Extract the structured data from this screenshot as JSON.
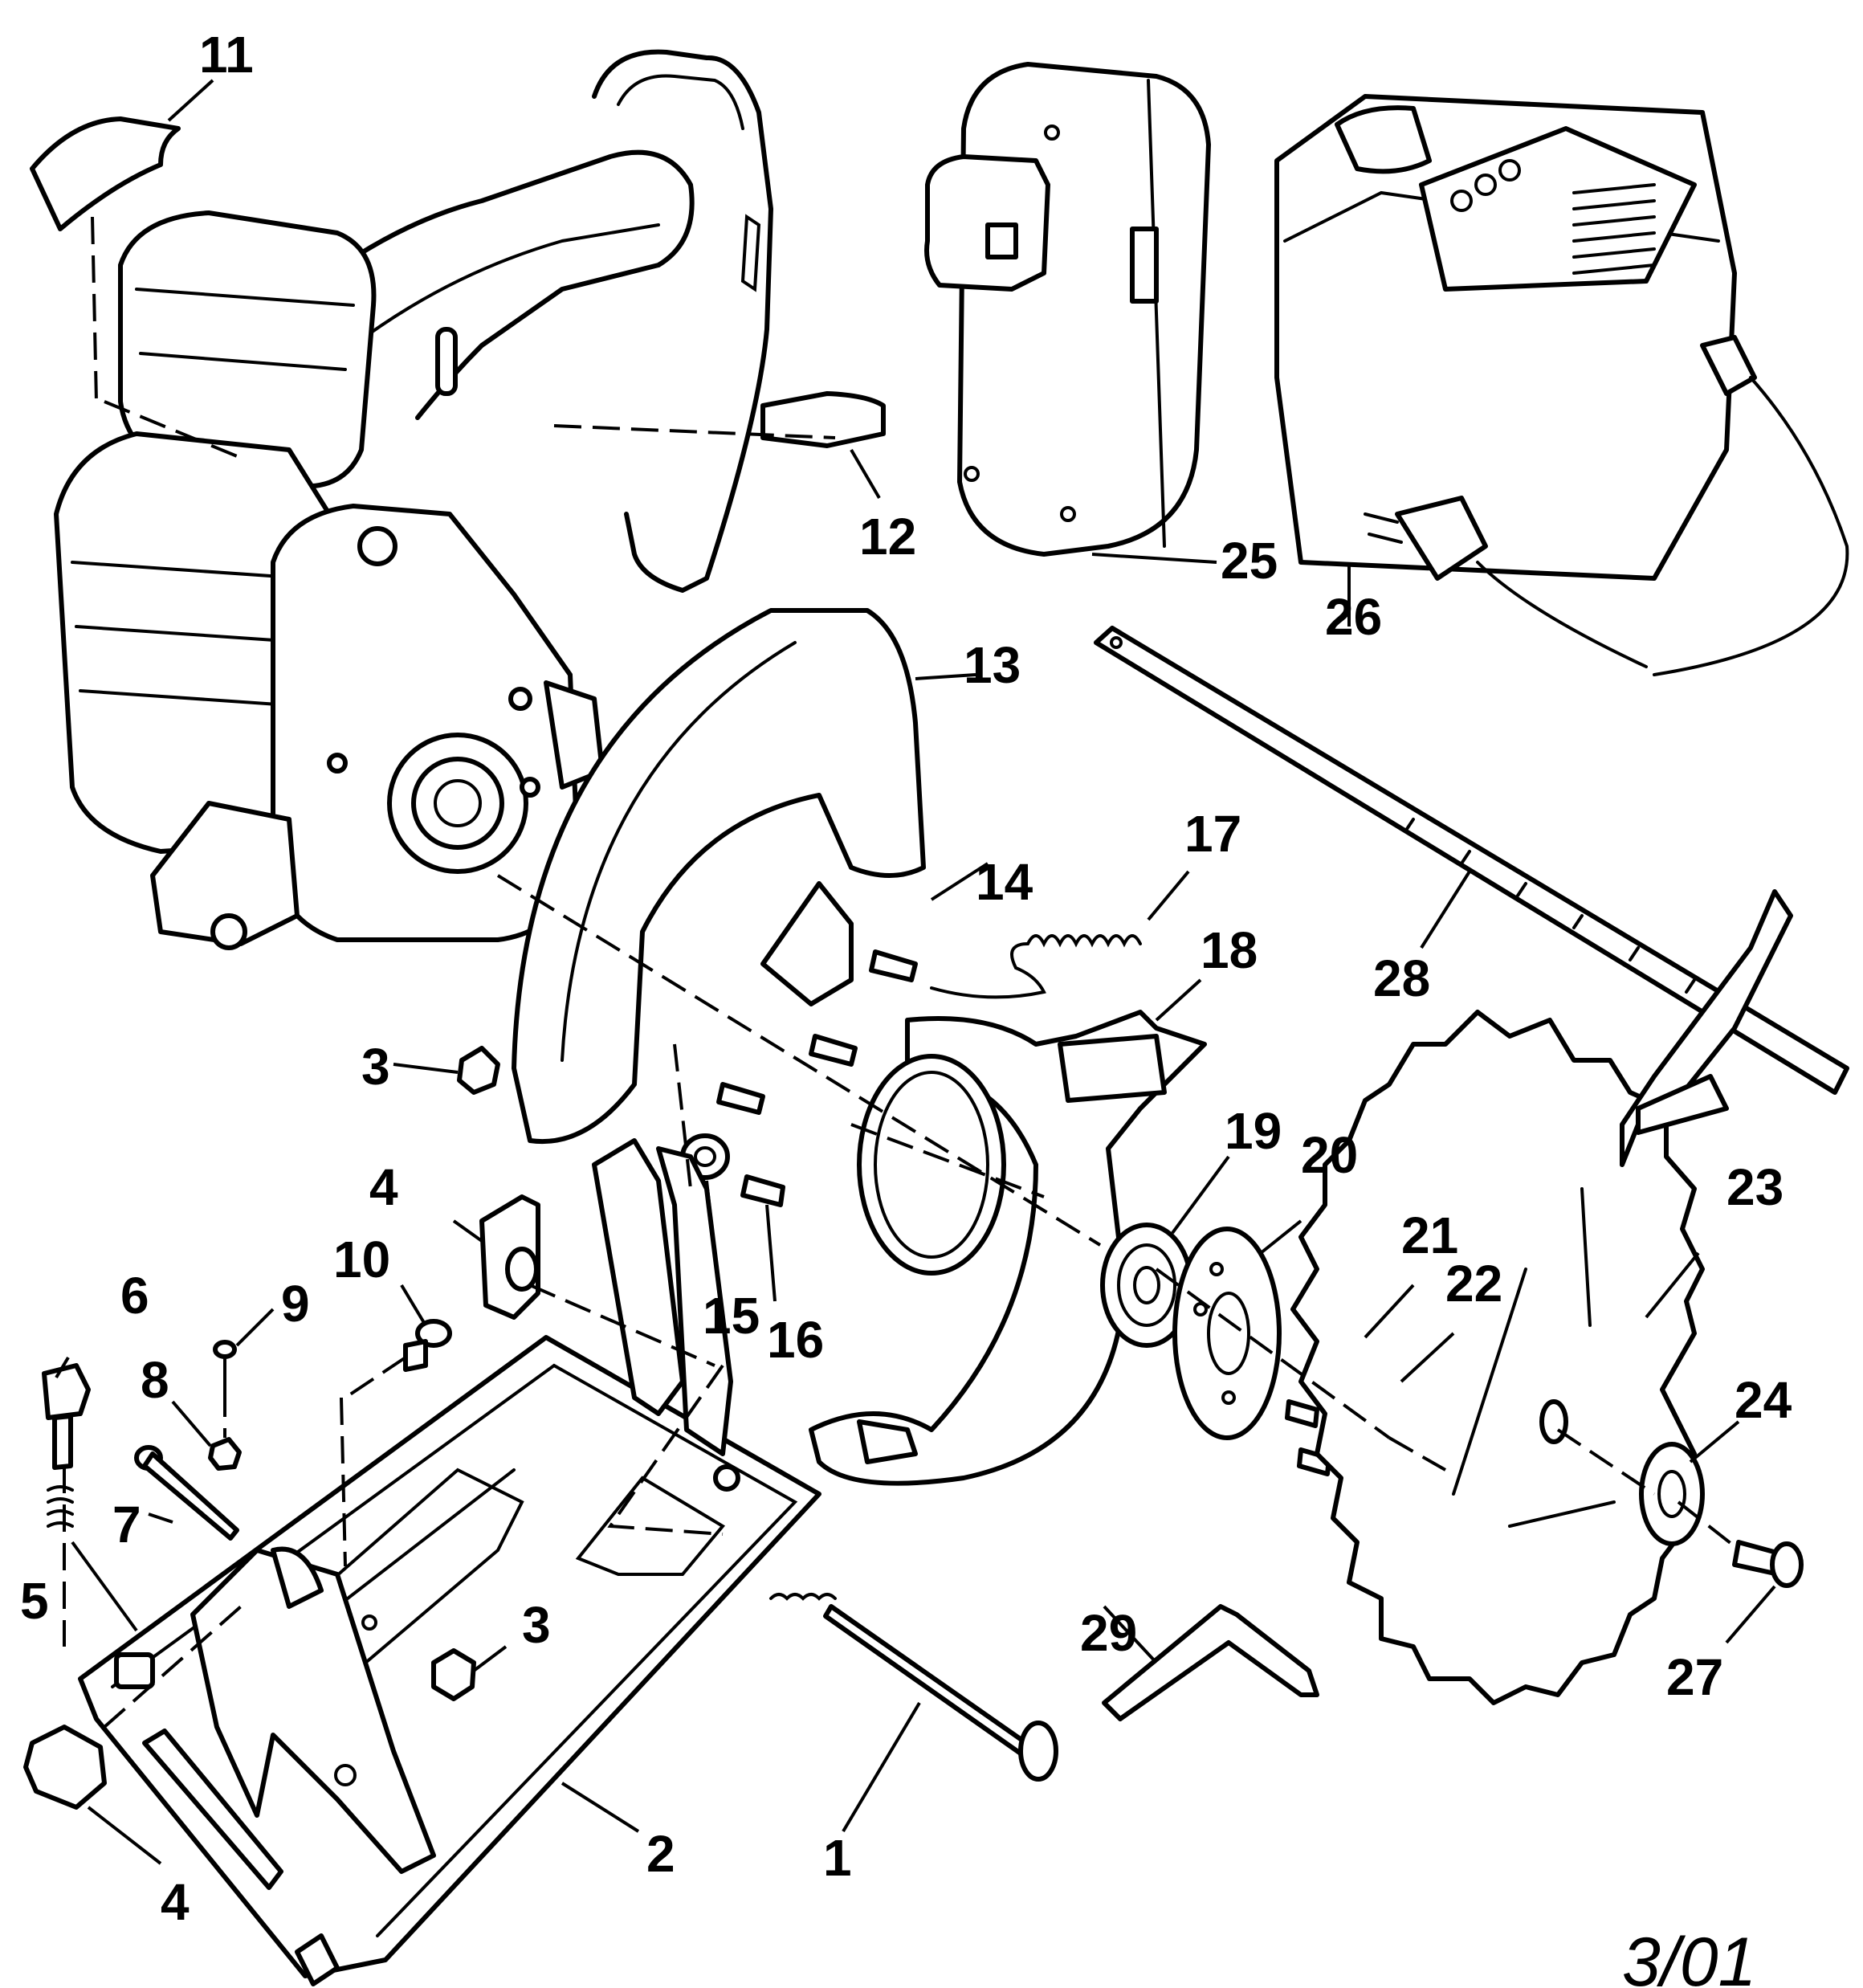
{
  "callouts": [
    "1",
    "2",
    "3",
    "3",
    "4",
    "4",
    "5",
    "6",
    "7",
    "8",
    "9",
    "10",
    "11",
    "12",
    "13",
    "14",
    "15",
    "16",
    "17",
    "18",
    "19",
    "20",
    "21",
    "22",
    "23",
    "24",
    "25",
    "26",
    "27",
    "28",
    "29"
  ],
  "date_mark": "3/01"
}
